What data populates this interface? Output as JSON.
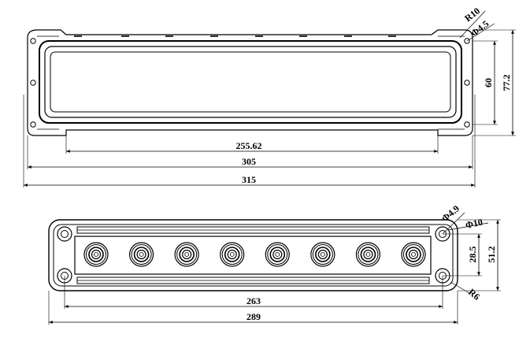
{
  "drawing": {
    "top_view": {
      "terminal_count": 8,
      "dimensions": {
        "radius_corner": "R10",
        "hole_diameter": "Φ4.5",
        "inner_height": "60",
        "outer_height": "77.2",
        "inner_width": "255.62",
        "mid_width": "305",
        "overall_width": "315"
      }
    },
    "bottom_view": {
      "terminal_count": 8,
      "dimensions": {
        "hole_diameter": "Φ4.9",
        "boss_diameter": "Φ10",
        "inner_height": "28.5",
        "outer_height": "51.2",
        "corner_radius": "R6",
        "inner_width": "263",
        "overall_width": "289"
      }
    }
  }
}
